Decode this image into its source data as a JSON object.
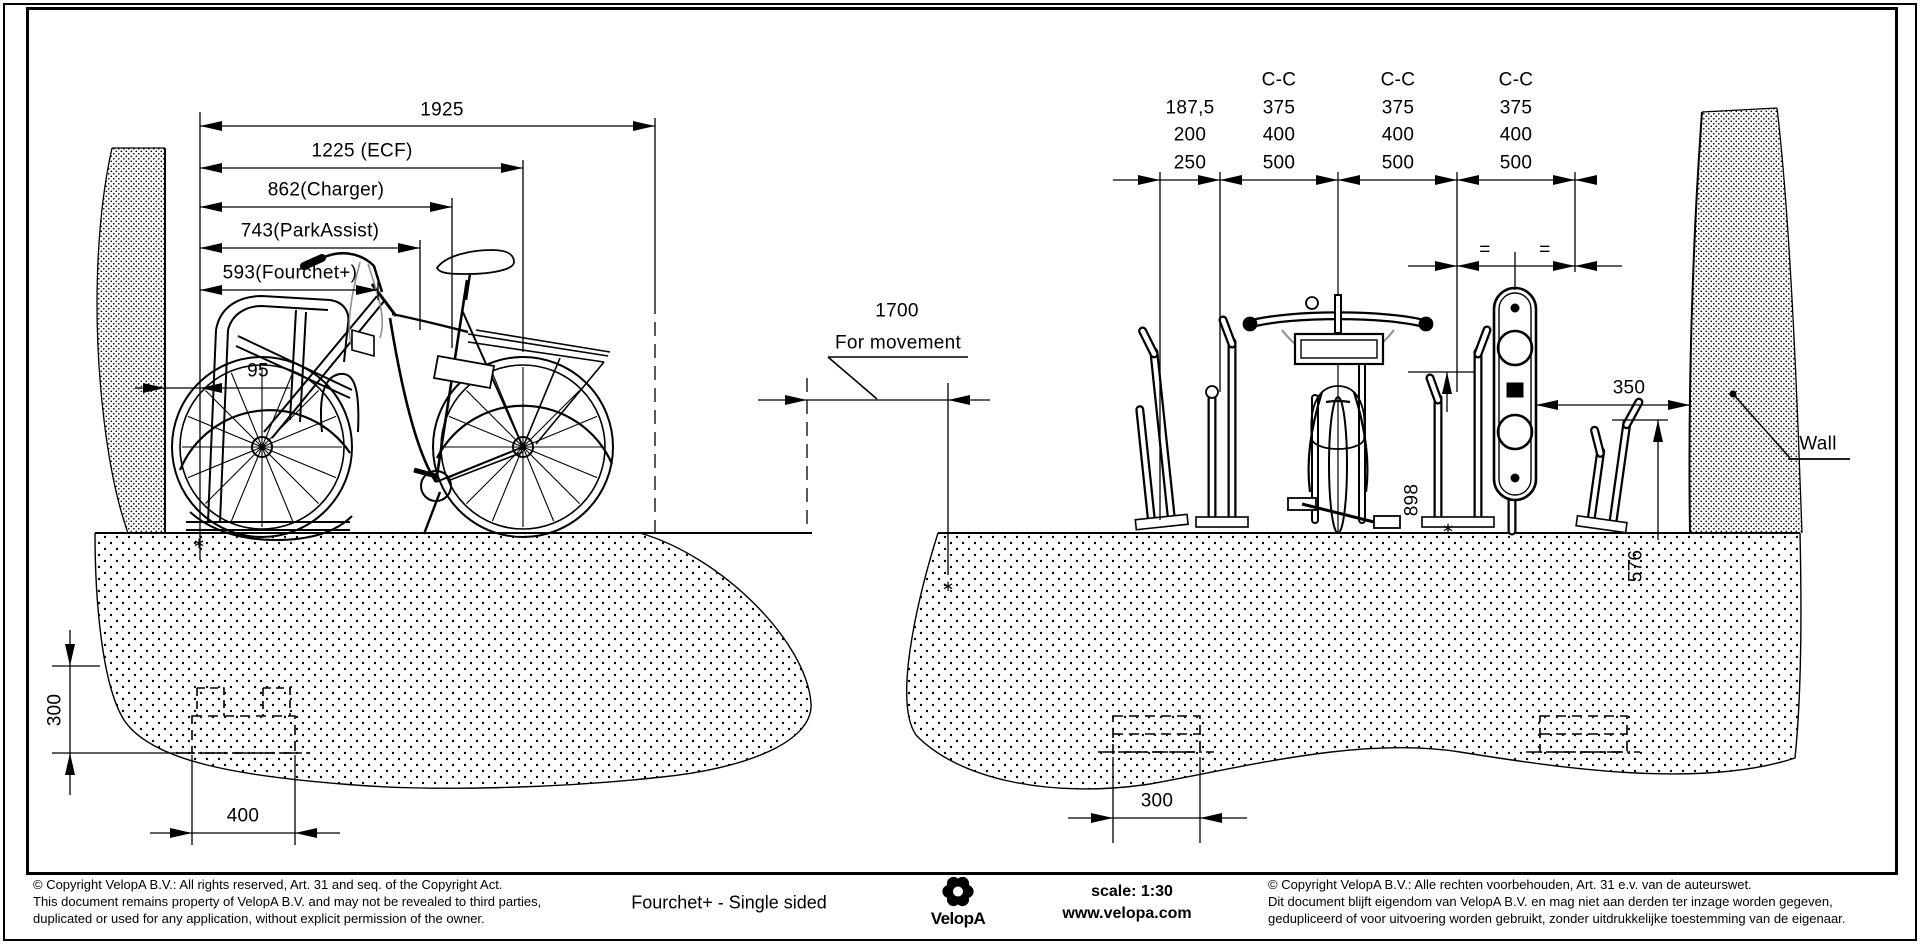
{
  "left_view": {
    "dim_overall": "1925",
    "dim_ecf": "1225 (ECF)",
    "dim_charger": "862(Charger)",
    "dim_parkassist": "743(ParkAssist)",
    "dim_fourchet": "593(Fourchet+)",
    "dim_wall_gap": "95",
    "movement_value": "1700",
    "movement_label": "For movement",
    "dim_foundation_depth": "300",
    "dim_foundation_width": "400",
    "ground_marker": "∗"
  },
  "right_view": {
    "spacing_columns": {
      "first": {
        "r1": "187,5",
        "r2": "200",
        "r3": "250"
      },
      "cc1": {
        "h": "C-C",
        "r1": "375",
        "r2": "400",
        "r3": "500"
      },
      "cc2": {
        "h": "C-C",
        "r1": "375",
        "r2": "400",
        "r3": "500"
      },
      "cc3": {
        "h": "C-C",
        "r1": "375",
        "r2": "400",
        "r3": "500"
      }
    },
    "equal_mark": "=",
    "dim_to_wall": "350",
    "dim_handlebar_height": "898",
    "dim_rack_height": "576",
    "dim_foundation_width": "300",
    "wall_label": "Wall",
    "ground_marker": "∗"
  },
  "footer": {
    "copyright_en": [
      "©  Copyright VelopA B.V.: All rights reserved, Art. 31 and seq. of the Copyright Act.",
      "This document remains property of VelopA B.V. and may not be revealed to third parties,",
      "duplicated or used for any application, without explicit permission of the owner."
    ],
    "drawing_title": "Fourchet+ - Single sided",
    "logo_text": "VelopA",
    "scale_label": "scale: 1:30",
    "website": "www.velopa.com",
    "copyright_nl": [
      "©  Copyright VelopA B.V.: Alle rechten voorbehouden, Art. 31 e.v. van de auteurswet.",
      "Dit document blijft eigendom van VelopA B.V. en mag niet aan derden ter inzage worden gegeven,",
      "gedupliceerd of voor uitvoering worden gebruikt, zonder uitdrukkelijke toestemming van de eigenaar."
    ]
  }
}
